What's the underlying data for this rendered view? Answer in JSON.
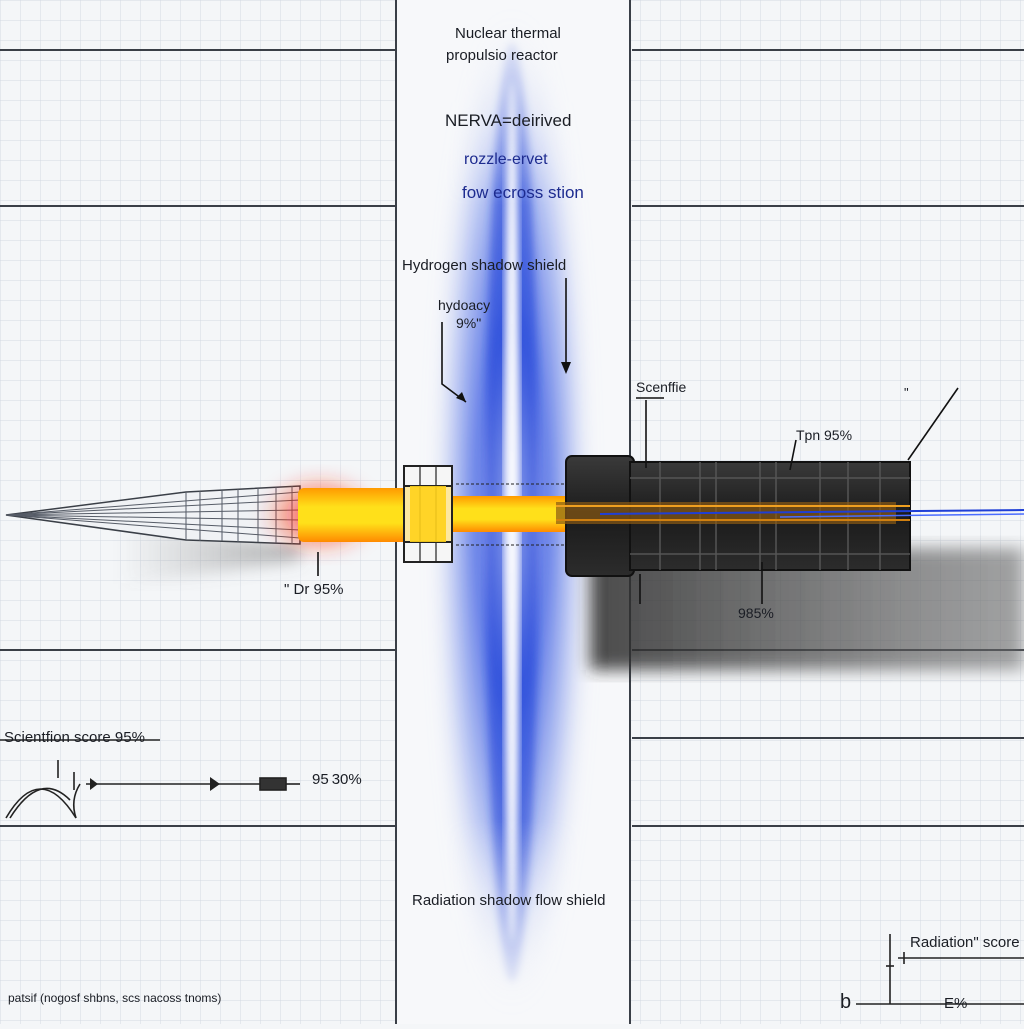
{
  "labels": {
    "title_line1": "Nuclear thermal",
    "title_line2": "propulsio reactor",
    "nerva": "NERVA=deirived",
    "nozzle_line1": "rozzle-ervet",
    "nozzle_line2": "fow ecross stion",
    "hydrogen_shield": "Hydrogen shadow shield",
    "hydoacy_line1": "hydoacy",
    "hydoacy_line2": "9%\"",
    "scenffie": "Scenffie",
    "tpn": "Tpn 95%",
    "dr": "\" Dr 95%",
    "pct_985": "985%",
    "score": "Scientfion score  95%",
    "score_value": "95 30%",
    "radiation_flow": "Radiation shadow flow shield",
    "radiation_score": "Radiation\" score",
    "bottom_pct": "E%",
    "axis_b": "b",
    "footer": "patsif (nogosf shbns,  scs nacoss tnoms)",
    "marker": "\""
  },
  "colors": {
    "paper": "#f4f6f8",
    "grid_minor": "#d3d9e2",
    "grid_major": "#3a3f47",
    "beam": "#1f3fd6",
    "exhaust_core": "#ffe01a",
    "exhaust_hot": "#ff8a00",
    "exhaust_glow": "#ff2a10",
    "reactor_body": "#262626",
    "nozzle_line": "#555b66"
  },
  "icons": {
    "arrow": "arrow-icon",
    "resistor": "resistor-icon",
    "arc": "arc-icon"
  }
}
